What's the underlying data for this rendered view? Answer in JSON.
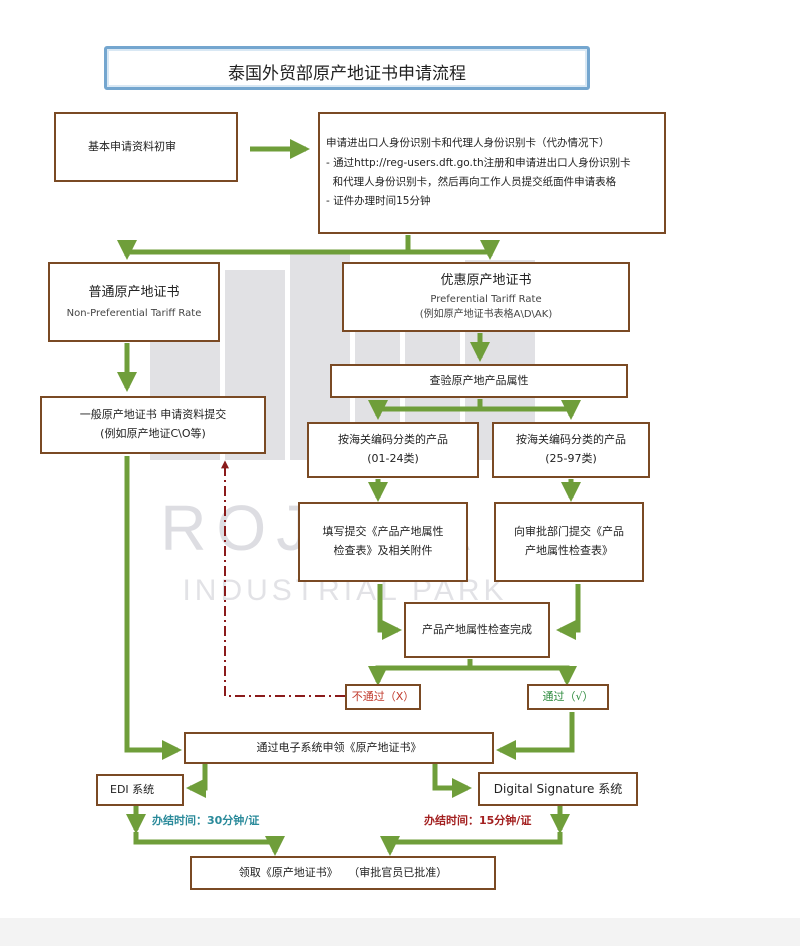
{
  "title": "泰国外贸部原产地证书申请流程",
  "watermark": {
    "line1": "ROJANA",
    "line2": "INDUSTRIAL PARK"
  },
  "step1": {
    "label": "基本申请资料初审"
  },
  "step1_detail": {
    "lines": [
      "申请进出口人身份识别卡和代理人身份识别卡（代办情况下）",
      "- 通过http://reg-users.dft.go.th注册和申请进出口人身份识别卡",
      "  和代理人身份识别卡，然后再向工作人员提交纸面件申请表格",
      "- 证件办理时间15分钟"
    ]
  },
  "non_pref": {
    "title": "普通原产地证书",
    "subtitle": "Non-Preferential Tariff Rate"
  },
  "pref": {
    "title": "优惠原产地证书",
    "subtitle": "Preferential Tariff Rate",
    "example": "(例如原产地证书表格A\\D\\AK)"
  },
  "general_submit": {
    "line1": "一般原产地证书 申请资料提交",
    "line2": "(例如原产地证C\\O等)"
  },
  "check_attr": {
    "label": "查验原产地产品属性"
  },
  "hs_low": {
    "line1": "按海关编码分类的产品",
    "line2": "(01-24类)"
  },
  "hs_high": {
    "line1": "按海关编码分类的产品",
    "line2": "(25-97类)"
  },
  "fill_form": {
    "line1": "填写提交《产品产地属性",
    "line2": "检查表》及相关附件"
  },
  "submit_approve": {
    "line1": "向审批部门提交《产品",
    "line2": "产地属性检查表》"
  },
  "check_done": {
    "label": "产品产地属性检查完成"
  },
  "fail": {
    "label": "不通过（X）"
  },
  "pass": {
    "label": "通过（√）"
  },
  "e_apply": {
    "label": "通过电子系统申领《原产地证书》"
  },
  "edi": {
    "label": "EDI 系统",
    "time": "办结时间：30分钟/证"
  },
  "digital": {
    "label": "Digital Signature 系统",
    "time": "办结时间：15分钟/证"
  },
  "receive": {
    "label": "领取《原产地证书》   （审批官员已批准）"
  },
  "colors": {
    "box_border": "#7a4a24",
    "arrow": "#6f9e3a",
    "title_border": "#74a6cf",
    "fail_text": "#c0392b",
    "pass_text": "#2e8b3e",
    "edi_time": "#2a8a9a",
    "digital_time": "#a32020"
  }
}
